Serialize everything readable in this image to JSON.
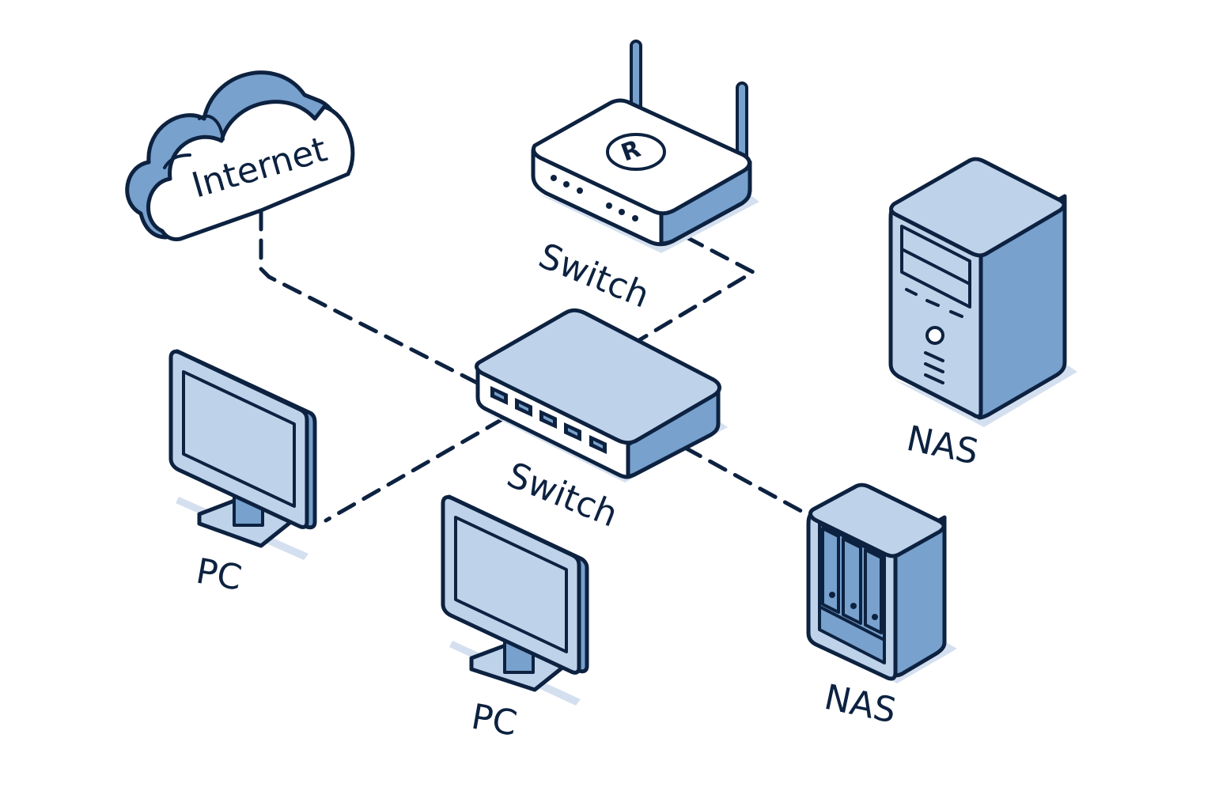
{
  "diagram": {
    "type": "isometric-network-topology",
    "colors": {
      "outline": "#0d2240",
      "face_light": "#bed2ea",
      "face_dark": "#78a1cd",
      "face_white": "#ffffff",
      "shadow": "#d4e0ef",
      "background": "#ffffff"
    },
    "nodes": [
      {
        "id": "internet",
        "kind": "cloud",
        "label": "Internet"
      },
      {
        "id": "router",
        "kind": "router",
        "label": "Switch",
        "badge": "R"
      },
      {
        "id": "switch",
        "kind": "switch",
        "label": "Switch",
        "ports": 5
      },
      {
        "id": "pc1",
        "kind": "monitor",
        "label": "PC"
      },
      {
        "id": "pc2",
        "kind": "monitor",
        "label": "PC"
      },
      {
        "id": "nas_tower",
        "kind": "tower",
        "label": "NAS"
      },
      {
        "id": "nas_bay",
        "kind": "nas-3-bay",
        "label": "NAS",
        "bays": 3
      }
    ],
    "links": [
      {
        "from": "internet",
        "to": "switch",
        "style": "dashed"
      },
      {
        "from": "router",
        "to": "switch",
        "style": "dashed"
      },
      {
        "from": "switch",
        "to": "pc1",
        "style": "dashed"
      },
      {
        "from": "switch",
        "to": "nas_bay",
        "style": "dashed"
      }
    ]
  }
}
